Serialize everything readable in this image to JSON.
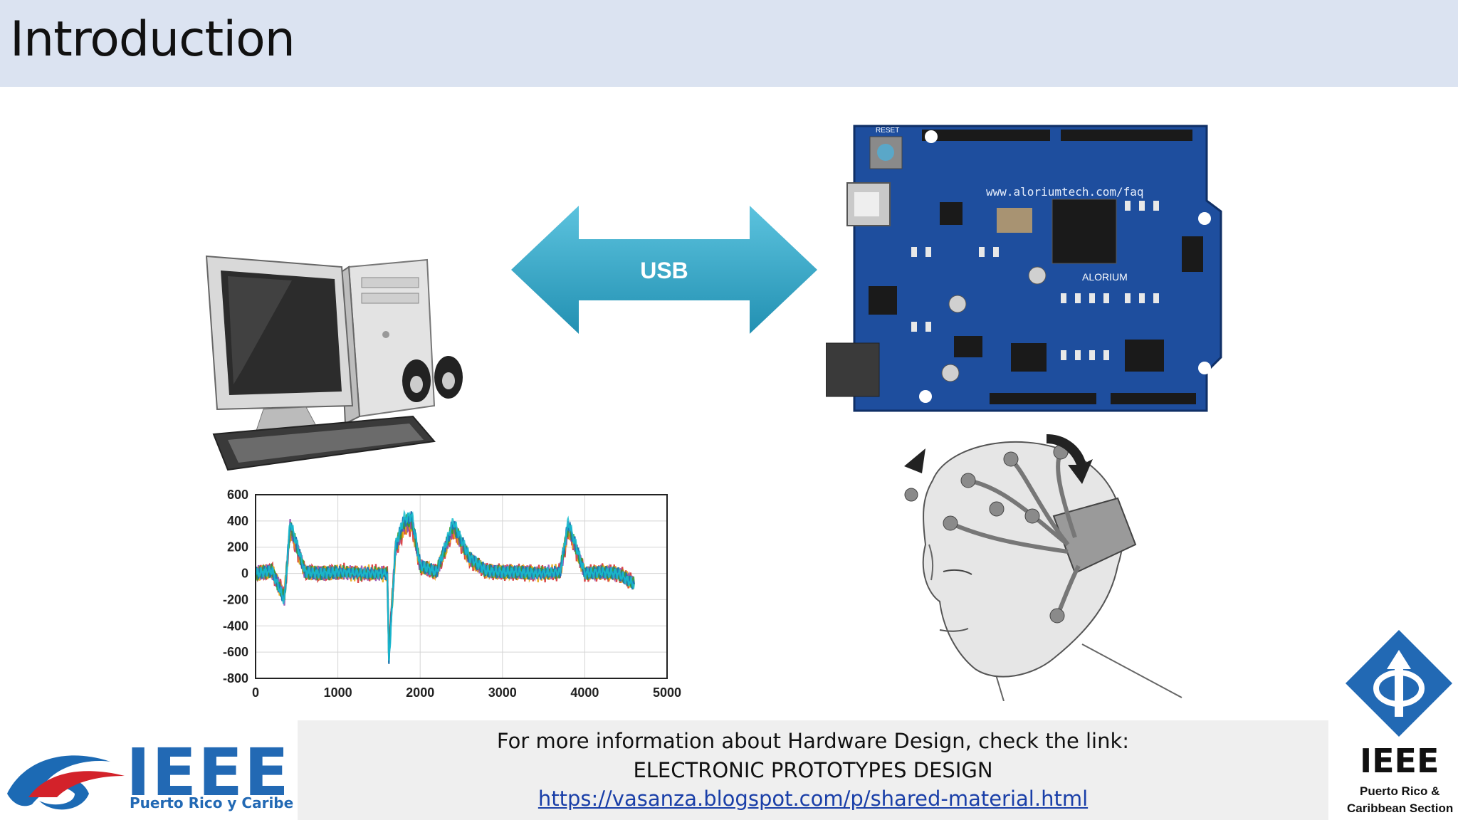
{
  "slide": {
    "title": "Introduction"
  },
  "diagram": {
    "usb_label": "USB",
    "board_url": "www.aloriumtech.com/faq",
    "board_brand": "ALORIUM",
    "board_reset": "RESET"
  },
  "chart_data": {
    "type": "line",
    "title": "",
    "xlabel": "",
    "ylabel": "",
    "xlim": [
      0,
      5000
    ],
    "ylim": [
      -800,
      600
    ],
    "x_ticks": [
      "0",
      "1000",
      "2000",
      "3000",
      "4000",
      "5000"
    ],
    "y_ticks": [
      "600",
      "400",
      "200",
      "0",
      "-200",
      "-400",
      "-600",
      "-800"
    ],
    "grid": true,
    "description_series": "multichannel signal",
    "x": [
      0,
      200,
      350,
      420,
      600,
      800,
      1000,
      1300,
      1600,
      1620,
      1700,
      1800,
      1900,
      2000,
      2200,
      2400,
      2600,
      2800,
      3000,
      3200,
      3400,
      3700,
      3800,
      4000,
      4200,
      4400,
      4600
    ],
    "values": [
      0,
      20,
      -200,
      380,
      10,
      0,
      10,
      0,
      0,
      -650,
      200,
      400,
      420,
      60,
      10,
      380,
      120,
      20,
      10,
      10,
      0,
      10,
      380,
      0,
      10,
      0,
      -80
    ]
  },
  "footer": {
    "line1": "For more information about Hardware Design, check the link:",
    "line2": "ELECTRONIC PROTOTYPES DESIGN",
    "link": "https://vasanza.blogspot.com/p/shared-material.html"
  },
  "logos": {
    "left_main": "IEEE",
    "left_sub": "Puerto Rico y Caribe",
    "right_main": "IEEE",
    "right_sub1": "Puerto Rico &",
    "right_sub2": "Caribbean Section"
  },
  "colors": {
    "title_bar": "#dbe3f1",
    "arrow": "#35a7c6",
    "board": "#1e4e9e",
    "ieee_blue": "#2269b4",
    "link": "#1a3fa8"
  }
}
